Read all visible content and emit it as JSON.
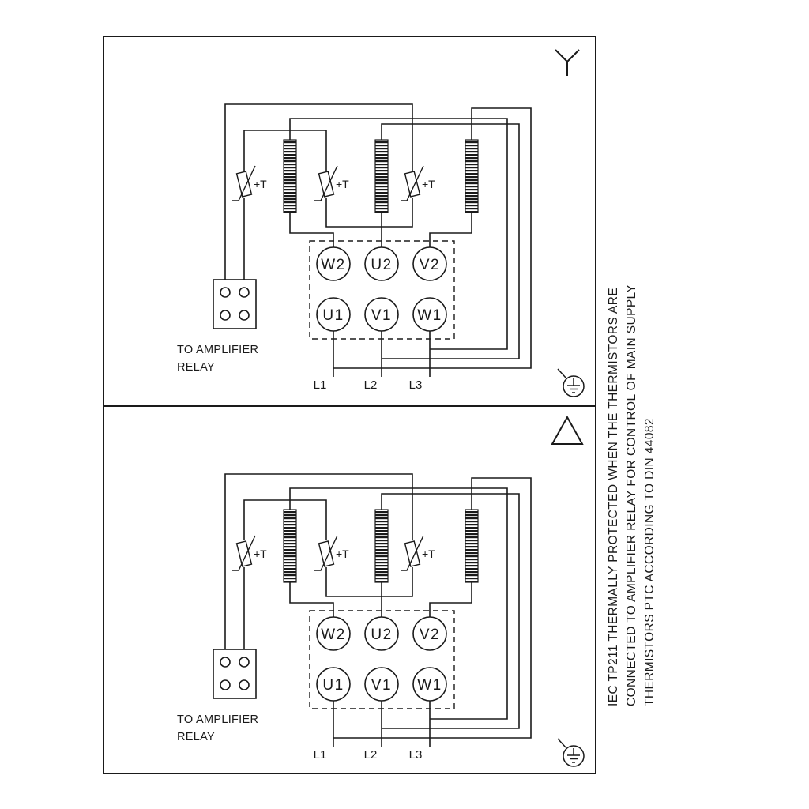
{
  "page": {
    "background": "#ffffff"
  },
  "diagram": {
    "terminals": {
      "top": [
        "W2",
        "U2",
        "V2"
      ],
      "bottom": [
        "U1",
        "V1",
        "W1"
      ]
    },
    "supply_labels": [
      "L1",
      "L2",
      "L3"
    ],
    "thermistor_label": "+T",
    "relay_caption": [
      "TO AMPLIFIER",
      "RELAY"
    ],
    "panels": [
      {
        "connection": "star",
        "symbol_icon": "wye-connection-icon"
      },
      {
        "connection": "delta",
        "symbol_icon": "delta-connection-icon"
      }
    ],
    "ground_icon": "earth-ground-icon",
    "winding_count": 3,
    "thermistor_count": 3
  },
  "side_note": {
    "lines": [
      "IEC TP211 THERMALLY PROTECTED WHEN THE THERMISTORS ARE",
      "CONNECTED TO AMPLIFIER RELAY FOR CONTROL OF MAIN SUPPLY",
      "THERMISTORS PTC ACCORDING TO DIN 44082"
    ]
  },
  "colors": {
    "line": "#1a1a1a",
    "background": "#ffffff"
  }
}
